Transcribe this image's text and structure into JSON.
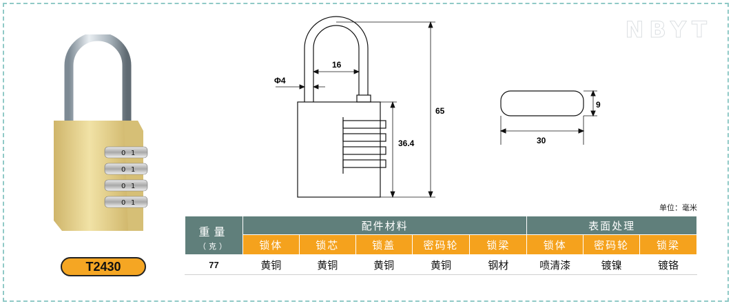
{
  "brand": "NBYT",
  "model": "T2430",
  "dimensions": {
    "shackle_width": "16",
    "shackle_diameter": "Φ4",
    "body_height": "36.4",
    "total_height": "65",
    "thickness": "9",
    "body_width": "30"
  },
  "unit_label": "单位：毫米",
  "table": {
    "weight_header": "重量",
    "weight_unit": "（克）",
    "parts_header": "配件材料",
    "surface_header": "表面处理",
    "columns": [
      "锁体",
      "锁芯",
      "锁盖",
      "密码轮",
      "锁梁",
      "锁体",
      "密码轮",
      "锁梁"
    ],
    "weight_value": "77",
    "values": [
      "黄铜",
      "黄铜",
      "黄铜",
      "黄铜",
      "钢材",
      "喷清漆",
      "镀镍",
      "镀铬"
    ]
  },
  "colors": {
    "header_dark": "#607f7b",
    "header_orange": "#f5a21d",
    "badge": "#f5a623",
    "frame": "#8fc9c6"
  }
}
